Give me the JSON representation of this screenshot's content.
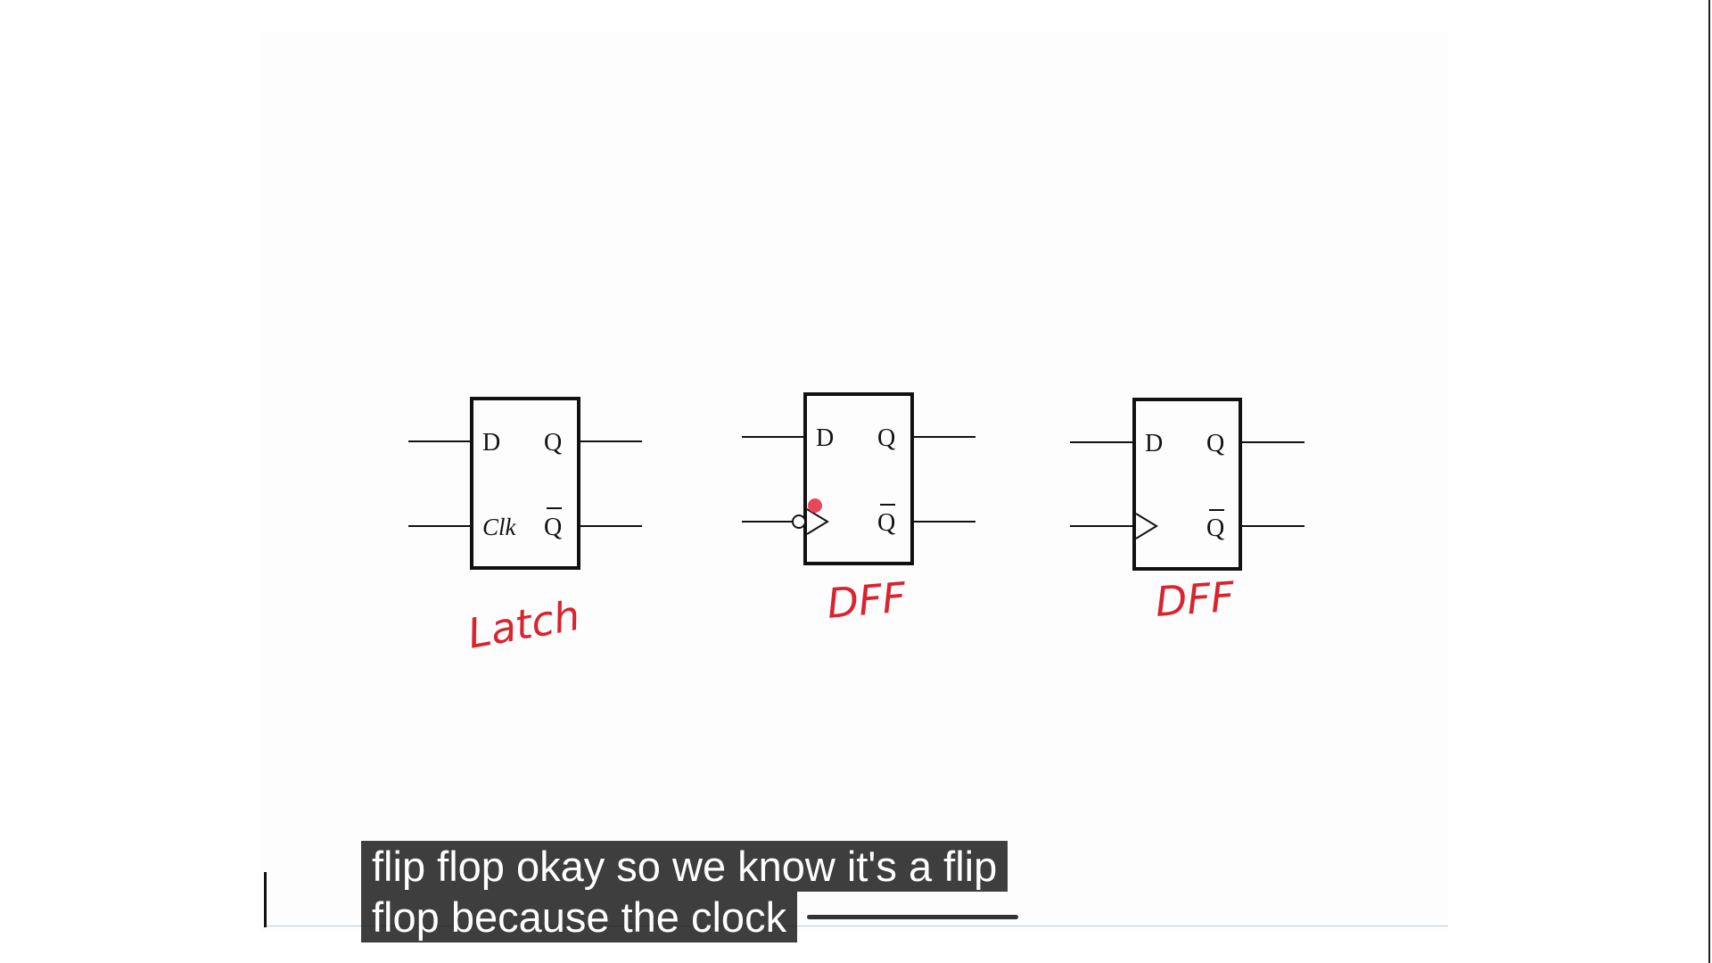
{
  "diagram": {
    "blocks": [
      {
        "pin_d": "D",
        "pin_q": "Q",
        "pin_clk": "Clk",
        "pin_qbar": "Q",
        "annotation": "Latch"
      },
      {
        "pin_d": "D",
        "pin_q": "Q",
        "pin_qbar": "Q",
        "annotation": "DFF"
      },
      {
        "pin_d": "D",
        "pin_q": "Q",
        "pin_qbar": "Q",
        "annotation": "DFF"
      }
    ],
    "colors": {
      "ink": "#111111",
      "annotation_red": "#d9232e",
      "pointer_dot": "#e8475a"
    }
  },
  "caption": {
    "line1": "flip flop okay so we know it's a flip",
    "line2": "flop because the clock"
  }
}
